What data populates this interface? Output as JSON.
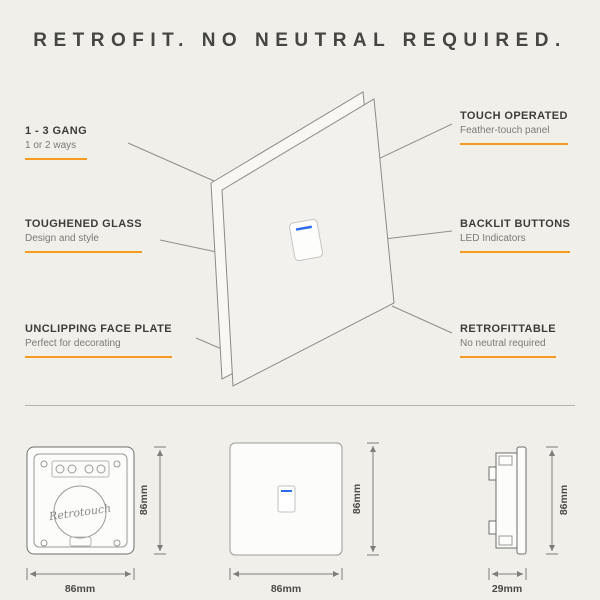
{
  "title": "RETROFIT. NO NEUTRAL REQUIRED.",
  "features": {
    "left": [
      {
        "heading": "1 - 3 GANG",
        "sub": "1 or 2 ways"
      },
      {
        "heading": "TOUGHENED GLASS",
        "sub": "Design and style"
      },
      {
        "heading": "UNCLIPPING FACE PLATE",
        "sub": "Perfect for decorating"
      }
    ],
    "right": [
      {
        "heading": "TOUCH OPERATED",
        "sub": "Feather-touch panel"
      },
      {
        "heading": "BACKLIT BUTTONS",
        "sub": "LED Indicators"
      },
      {
        "heading": "RETROFITTABLE",
        "sub": "No neutral required"
      }
    ]
  },
  "views": [
    {
      "name": "back-plate-rear-view",
      "width_label": "86mm",
      "height_label": "86mm"
    },
    {
      "name": "front-face-view",
      "width_label": "86mm",
      "height_label": "86mm"
    },
    {
      "name": "side-profile-view",
      "width_label": "29mm",
      "height_label": "86mm"
    }
  ],
  "brand_script": "Retrotouch",
  "colors": {
    "background": "#f1efe9",
    "accent": "#f59b21",
    "text": "#3c3c3a",
    "led": "#2e6bf0"
  }
}
